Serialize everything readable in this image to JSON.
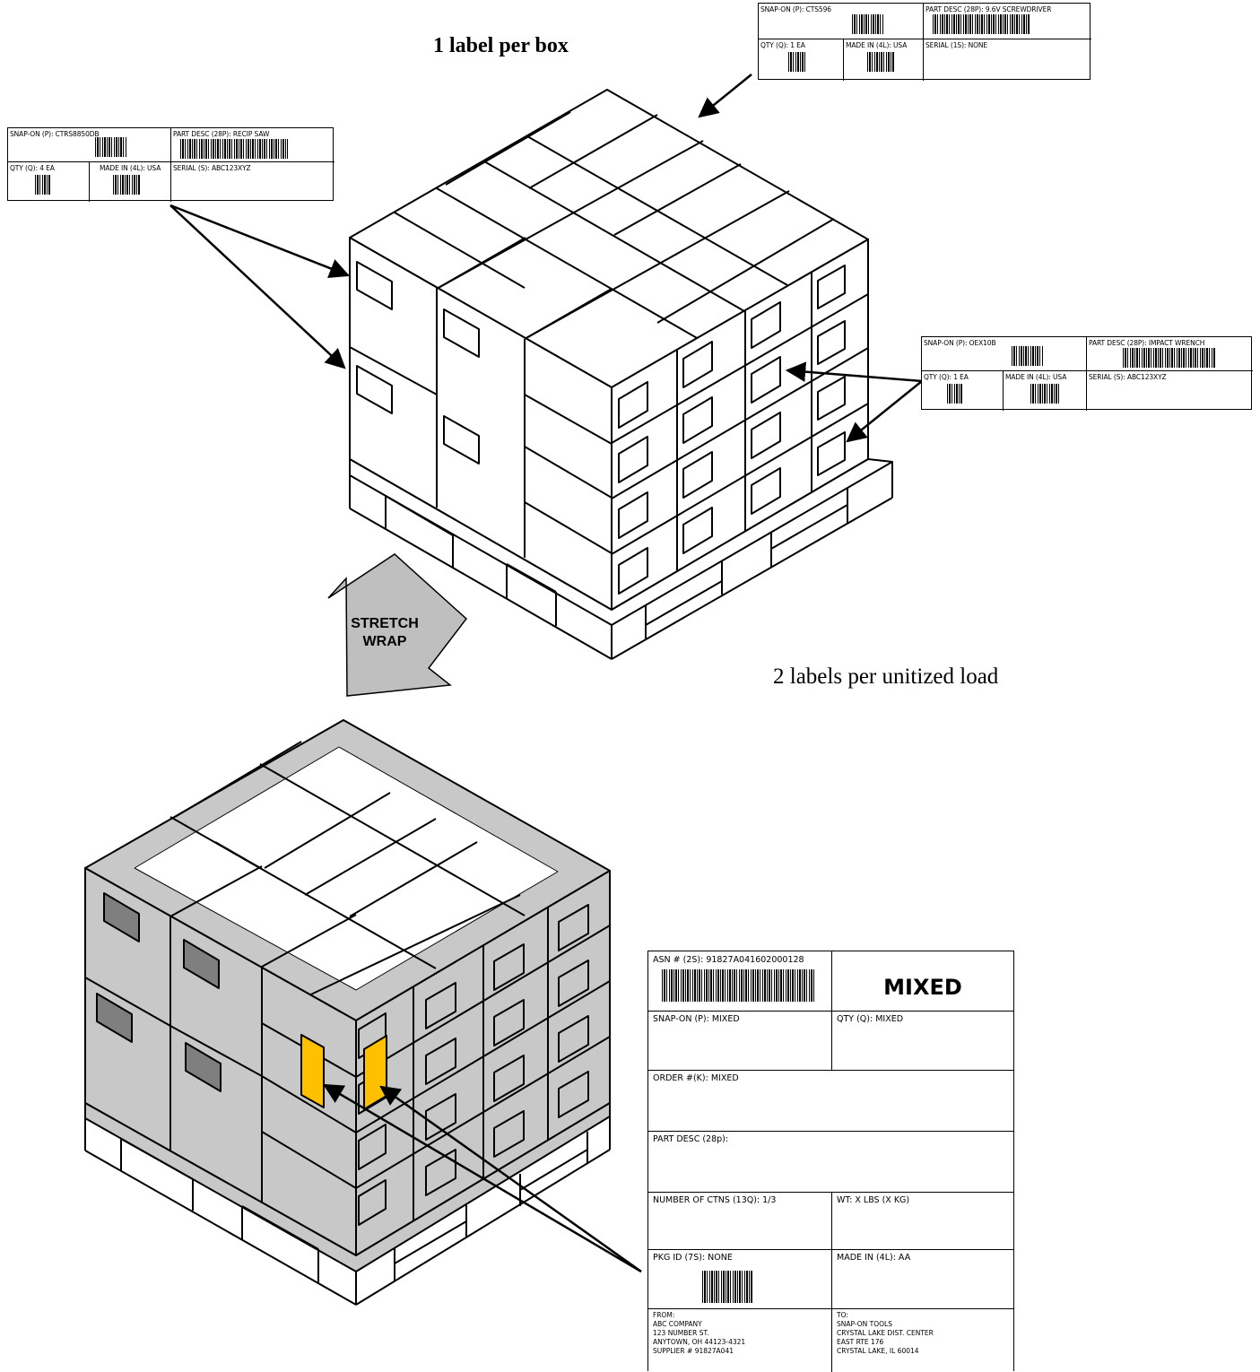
{
  "heading_box": "1 label per box",
  "heading_unit": "2 labels per unitized load",
  "stretch_wrap": [
    "STRETCH",
    "WRAP"
  ],
  "box_label_top": {
    "part": "SNAP-ON (P): CTS596",
    "desc": "PART DESC (28P): 9.6V SCREWDRIVER",
    "qty": "QTY (Q): 1 EA",
    "made": "MADE IN (4L): USA",
    "serial": "SERIAL (1S):  NONE"
  },
  "box_label_left": {
    "part": "SNAP-ON (P): CTRS8850DB",
    "desc": "PART DESC (28P): RECIP SAW",
    "qty": "QTY (Q): 4 EA",
    "made": "MADE IN (4L): USA",
    "serial": "SERIAL (S): ABC123XYZ"
  },
  "box_label_right": {
    "part": "SNAP-ON (P): OEX10B",
    "desc": "PART DESC (28P): IMPACT WRENCH",
    "qty": "QTY (Q): 1 EA",
    "made": "MADE IN (4L): USA",
    "serial": "SERIAL (S): ABC123XYZ"
  },
  "unit_label": {
    "asn": "ASN # (2S):  91827A041602000128",
    "mixed": "MIXED",
    "snapon": "SNAP-ON (P):  MIXED",
    "qty": "QTY (Q):  MIXED",
    "order": "ORDER #(K):  MIXED",
    "part_desc": "PART DESC (28p):",
    "ctns": "NUMBER OF CTNS (13Q):  1/3",
    "wt": "WT:  X LBS (X KG)",
    "pkg": "PKG ID (7S): NONE",
    "made": "MADE IN (4L):  AA",
    "from": "FROM:\nABC COMPANY\n123 NUMBER ST.\nANYTOWN, OH 44123-4321\nSUPPLIER # 91827A041",
    "to": "TO:\nSNAP-ON TOOLS\nCRYSTAL LAKE DIST. CENTER\nEAST RTE 176\nCRYSTAL LAKE, IL 60014"
  },
  "colors": {
    "wrap_gray": "#c8c8c8",
    "label_orange": "#ffc000",
    "arrow_gray": "#bfbfbf"
  }
}
